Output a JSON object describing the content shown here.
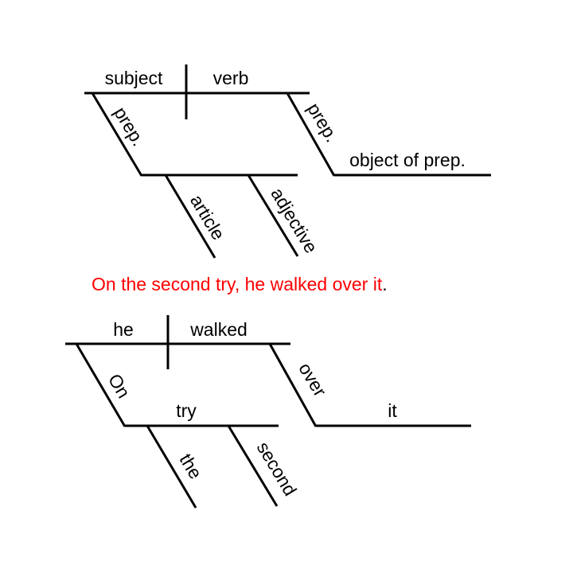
{
  "colors": {
    "line": "#000000",
    "text": "#000000",
    "sentence_red": "#fe0000"
  },
  "template_diagram": {
    "subject_label": "subject",
    "verb_label": "verb",
    "prep_left_label": "prep.",
    "prep_right_label": "prep.",
    "object_of_prep_label": "object of prep.",
    "article_label": "article",
    "adjective_label": "adjective"
  },
  "sentence": {
    "red_text": "On the second try, he walked over it",
    "final_period": "."
  },
  "example_diagram": {
    "subject": "he",
    "verb": "walked",
    "preposition_left": "On",
    "prep_object_left": "try",
    "article": "the",
    "adjective": "second",
    "preposition_right": "over",
    "prep_object_right": "it"
  }
}
